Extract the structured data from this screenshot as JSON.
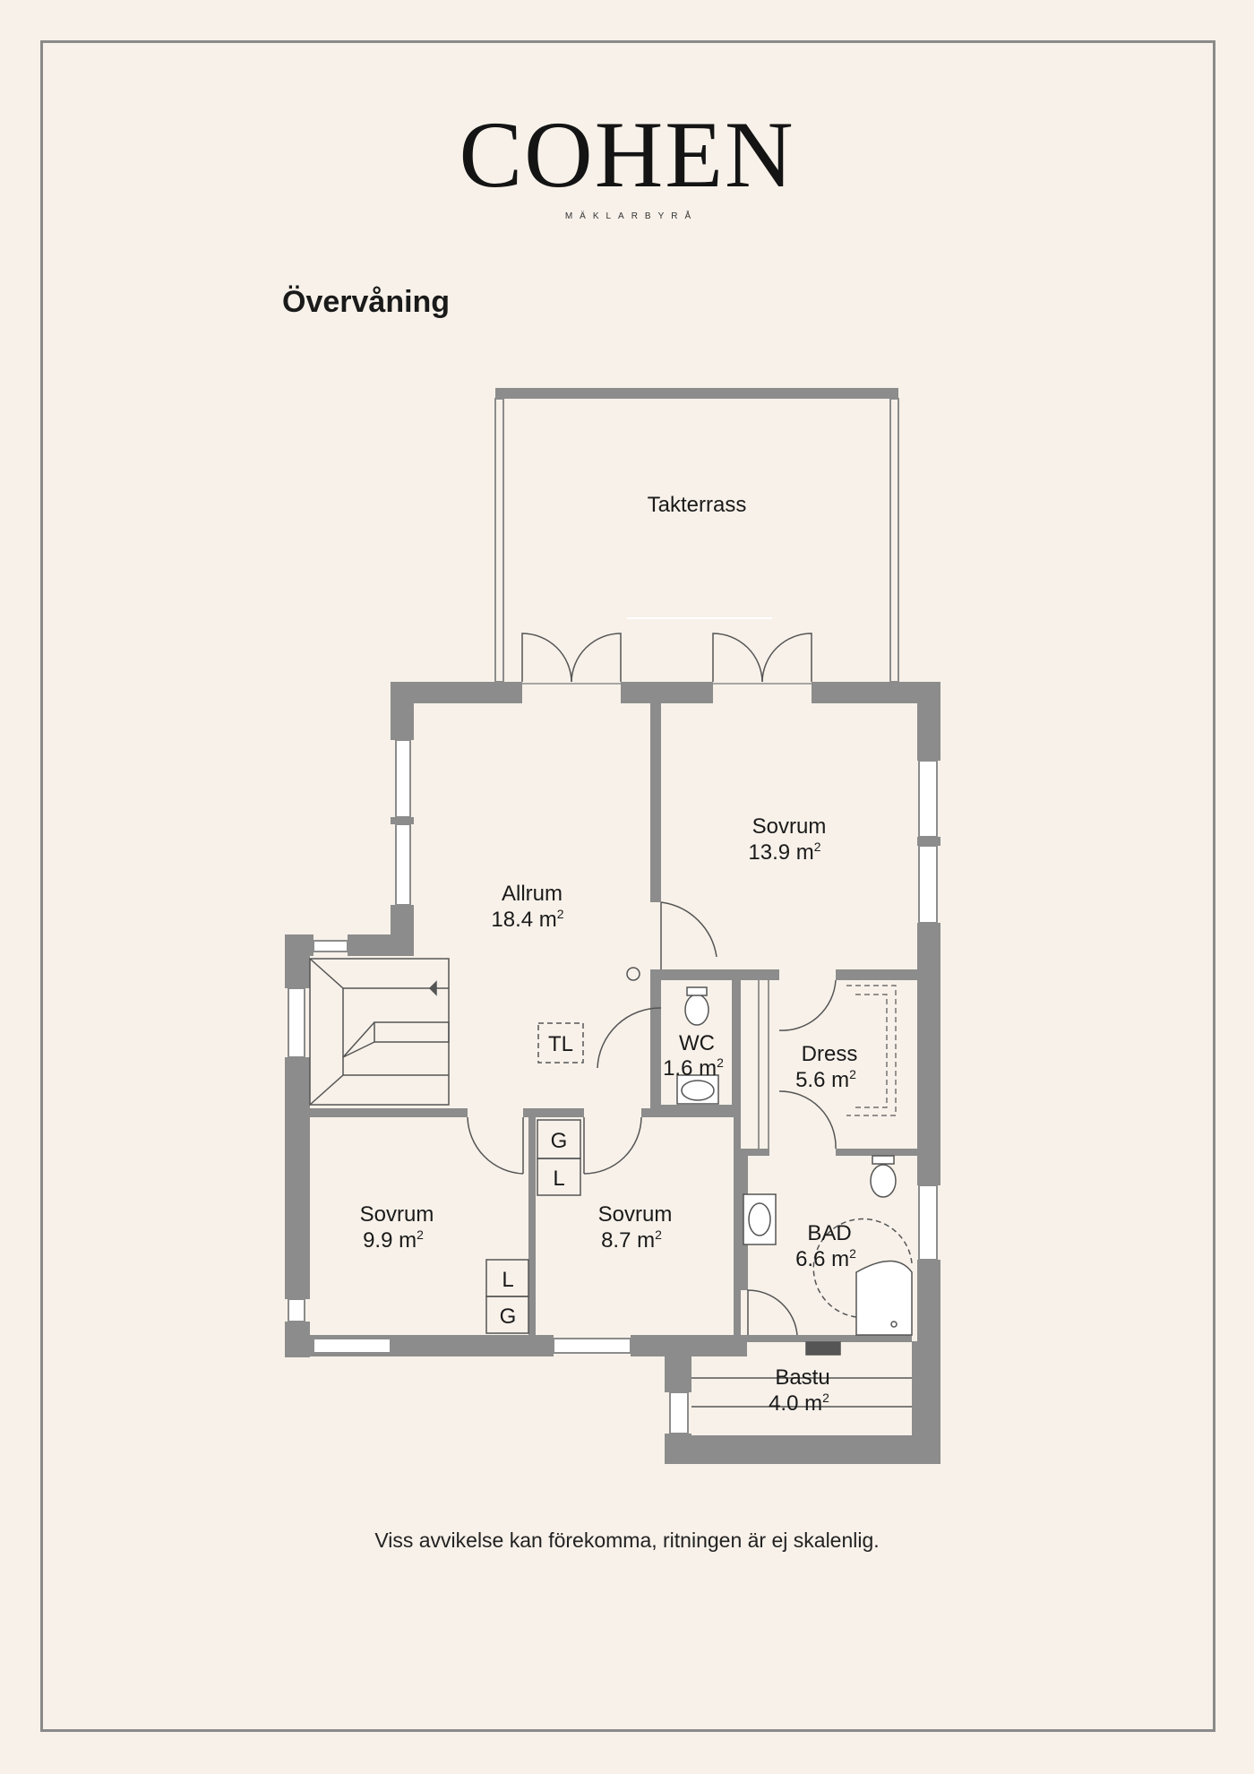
{
  "brand": {
    "name": "COHEN",
    "subtitle": "MÄKLARBYRÅ"
  },
  "floor_title": "Övervåning",
  "rooms": {
    "terrace": {
      "name": "Takterrass"
    },
    "allrum": {
      "name": "Allrum",
      "area": "18.4 m",
      "unit_exp": "2"
    },
    "sovrum_ne": {
      "name": "Sovrum",
      "area": "13.9 m",
      "unit_exp": "2"
    },
    "wc": {
      "name": "WC",
      "area": "1.6 m",
      "unit_exp": "2"
    },
    "dress": {
      "name": "Dress",
      "area": "5.6 m",
      "unit_exp": "2"
    },
    "sovrum_sw": {
      "name": "Sovrum",
      "area": "9.9 m",
      "unit_exp": "2"
    },
    "sovrum_s": {
      "name": "Sovrum",
      "area": "8.7 m",
      "unit_exp": "2"
    },
    "bad": {
      "name": "BAD",
      "area": "6.6 m",
      "unit_exp": "2"
    },
    "bastu": {
      "name": "Bastu",
      "area": "4.0 m",
      "unit_exp": "2"
    }
  },
  "fixtures": {
    "tl": "TL",
    "closet_g1": "G",
    "closet_l1": "L",
    "closet_l2": "L",
    "closet_g2": "G"
  },
  "disclaimer": "Viss avvikelse kan förekomma, ritningen är ej skalenlig.",
  "colors": {
    "wall": "#8c8c8c",
    "background": "#f7f1e9",
    "frame": "#8a8a8a"
  }
}
